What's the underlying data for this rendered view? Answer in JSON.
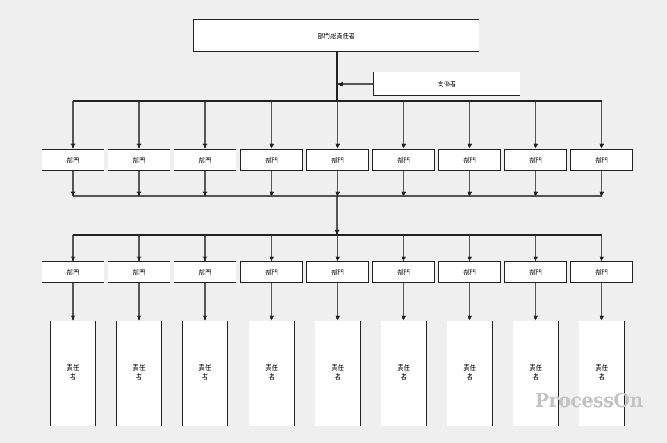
{
  "top": {
    "label": "部門総責任者"
  },
  "stakeholder": {
    "label": "関係者"
  },
  "row1": {
    "labels": [
      "部門",
      "部門",
      "部門",
      "部門",
      "部門",
      "部門",
      "部門",
      "部門",
      "部門"
    ]
  },
  "row2": {
    "labels": [
      "部門",
      "部門",
      "部門",
      "部門",
      "部門",
      "部門",
      "部門",
      "部門",
      "部門"
    ]
  },
  "row3": {
    "labels": [
      "責任者",
      "責任者",
      "責任者",
      "責任者",
      "責任者",
      "責任者",
      "責任者",
      "責任者",
      "責任者"
    ]
  },
  "watermark": "ProcessOn"
}
